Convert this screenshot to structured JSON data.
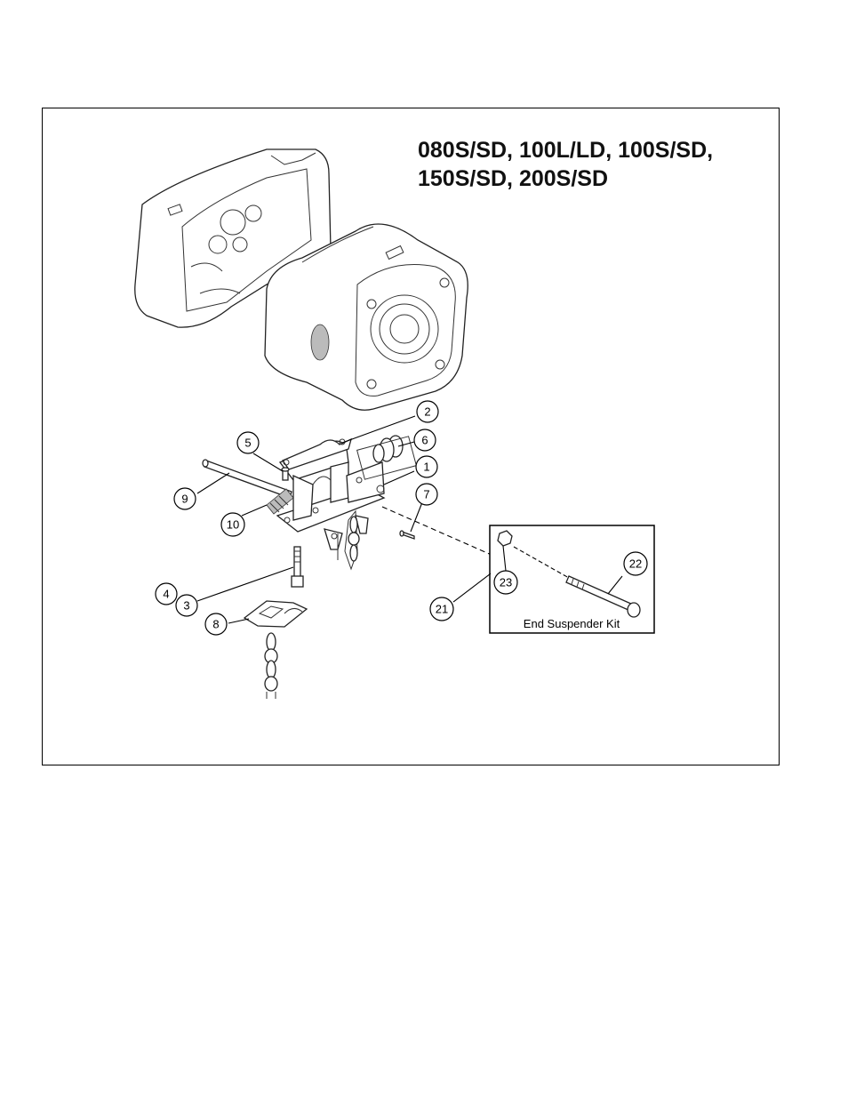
{
  "title": {
    "line1": "080S/SD, 100L/LD, 100S/SD,",
    "line2": "150S/SD, 200S/SD"
  },
  "callouts": [
    "1",
    "2",
    "3",
    "4",
    "5",
    "6",
    "7",
    "8",
    "9",
    "10",
    "21",
    "22",
    "23"
  ],
  "kit": {
    "label": "End Suspender Kit"
  }
}
